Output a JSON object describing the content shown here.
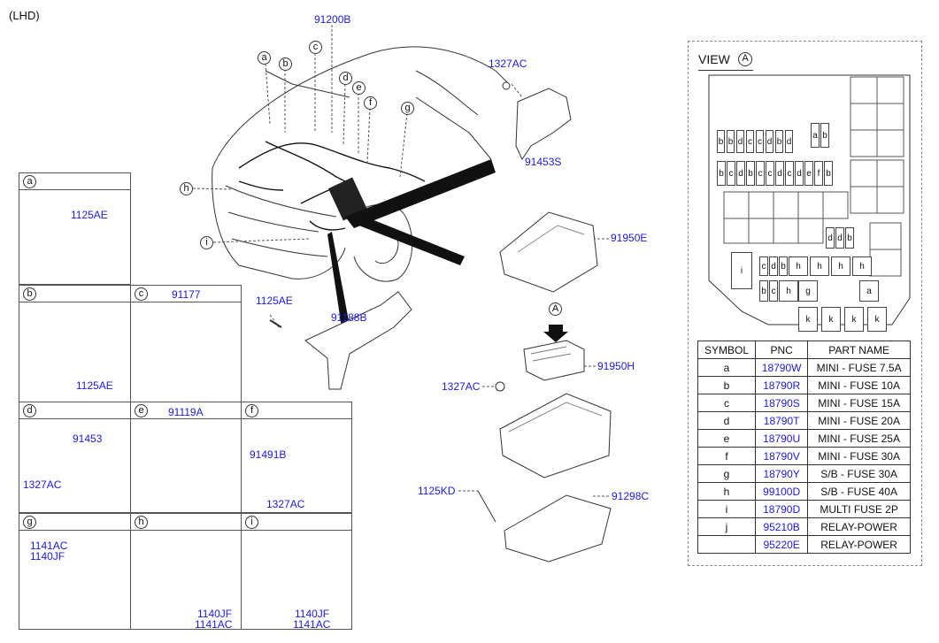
{
  "header": {
    "drive_side": "(LHD)"
  },
  "main": {
    "callouts": [
      "a",
      "b",
      "c",
      "d",
      "e",
      "f",
      "g",
      "h",
      "i"
    ],
    "pnc": {
      "harness": "91200B",
      "bracket_top": "1327AC",
      "cover_top": "91453S",
      "fuse_cover": "91950E",
      "junction": "91950H",
      "nut_mid": "1327AC",
      "bolt_lower": "1125KD",
      "tray": "91298C",
      "bolt_left": "1125AE",
      "rail": "91188B",
      "view_marker": "A"
    }
  },
  "details": {
    "a": {
      "letter": "a",
      "part1": "1125AE"
    },
    "b": {
      "letter": "b",
      "part1": "1125AE"
    },
    "c": {
      "letter": "c",
      "part1": "91177"
    },
    "d": {
      "letter": "d",
      "part1": "91453",
      "part2": "1327AC"
    },
    "e": {
      "letter": "e",
      "part1": "91119A"
    },
    "f": {
      "letter": "f",
      "part1": "91491B",
      "part2": "1327AC"
    },
    "g": {
      "letter": "g",
      "part1": "1141AC",
      "part2": "1140JF"
    },
    "h": {
      "letter": "h",
      "part1": "1140JF",
      "part2": "1141AC"
    },
    "i": {
      "letter": "i",
      "part1": "1140JF",
      "part2": "1141AC"
    }
  },
  "view": {
    "title": "VIEW",
    "marker": "A",
    "row1": [
      "b",
      "b",
      "d",
      "c",
      "c",
      "d",
      "b",
      "d"
    ],
    "row1_extra": [
      "a",
      "b"
    ],
    "row2": [
      "b",
      "c",
      "d",
      "b",
      "c",
      "c",
      "d",
      "c",
      "d",
      "e",
      "f",
      "b"
    ],
    "row3": [
      "d",
      "d",
      "b"
    ],
    "row4": [
      "i",
      "c",
      "d",
      "b",
      "h",
      "h",
      "h",
      "h"
    ],
    "row5": [
      "b",
      "c",
      "h",
      "g",
      "a"
    ],
    "row6": [
      "k",
      "k",
      "k",
      "k"
    ]
  },
  "table": {
    "headers": [
      "SYMBOL",
      "PNC",
      "PART NAME"
    ],
    "rows": [
      {
        "symbol": "a",
        "pnc": "18790W",
        "name": "MINI - FUSE 7.5A"
      },
      {
        "symbol": "b",
        "pnc": "18790R",
        "name": "MINI - FUSE 10A"
      },
      {
        "symbol": "c",
        "pnc": "18790S",
        "name": "MINI - FUSE 15A"
      },
      {
        "symbol": "d",
        "pnc": "18790T",
        "name": "MINI - FUSE 20A"
      },
      {
        "symbol": "e",
        "pnc": "18790U",
        "name": "MINI - FUSE 25A"
      },
      {
        "symbol": "f",
        "pnc": "18790V",
        "name": "MINI - FUSE 30A"
      },
      {
        "symbol": "g",
        "pnc": "18790Y",
        "name": "S/B - FUSE 30A"
      },
      {
        "symbol": "h",
        "pnc": "99100D",
        "name": "S/B - FUSE 40A"
      },
      {
        "symbol": "i",
        "pnc": "18790D",
        "name": "MULTI FUSE 2P"
      },
      {
        "symbol": "j",
        "pnc": "95210B",
        "name": "RELAY-POWER"
      },
      {
        "symbol": "",
        "pnc": "95220E",
        "name": "RELAY-POWER"
      }
    ]
  }
}
